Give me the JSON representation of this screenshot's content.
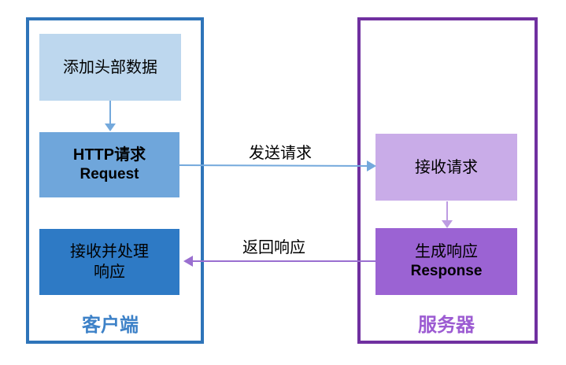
{
  "colors": {
    "client-border": "#2E74B9",
    "client-box-light": "#BDD7EE",
    "client-box-mid": "#6FA6DB",
    "client-box-dark": "#2E7AC5",
    "client-label": "#3E82C8",
    "server-border": "#7030A0",
    "server-box-light": "#C9ACE8",
    "server-box-dark": "#9B63D3",
    "server-label": "#9C5BD2",
    "arrow-blue": "#74A9DC",
    "arrow-purple": "#9A6FD0",
    "arrow-purple-light": "#BD9BE2",
    "text": "#000000"
  },
  "client": {
    "label": "客户端",
    "boxes": {
      "add_header": "添加头部数据",
      "http_request_line1": "HTTP请求",
      "http_request_line2": "Request",
      "receive_process_line1": "接收并处理",
      "receive_process_line2": "响应"
    }
  },
  "server": {
    "label": "服务器",
    "boxes": {
      "receive_request": "接收请求",
      "generate_response_line1": "生成响应",
      "generate_response_line2": "Response"
    }
  },
  "arrows": {
    "send_label": "发送请求",
    "return_label": "返回响应"
  }
}
